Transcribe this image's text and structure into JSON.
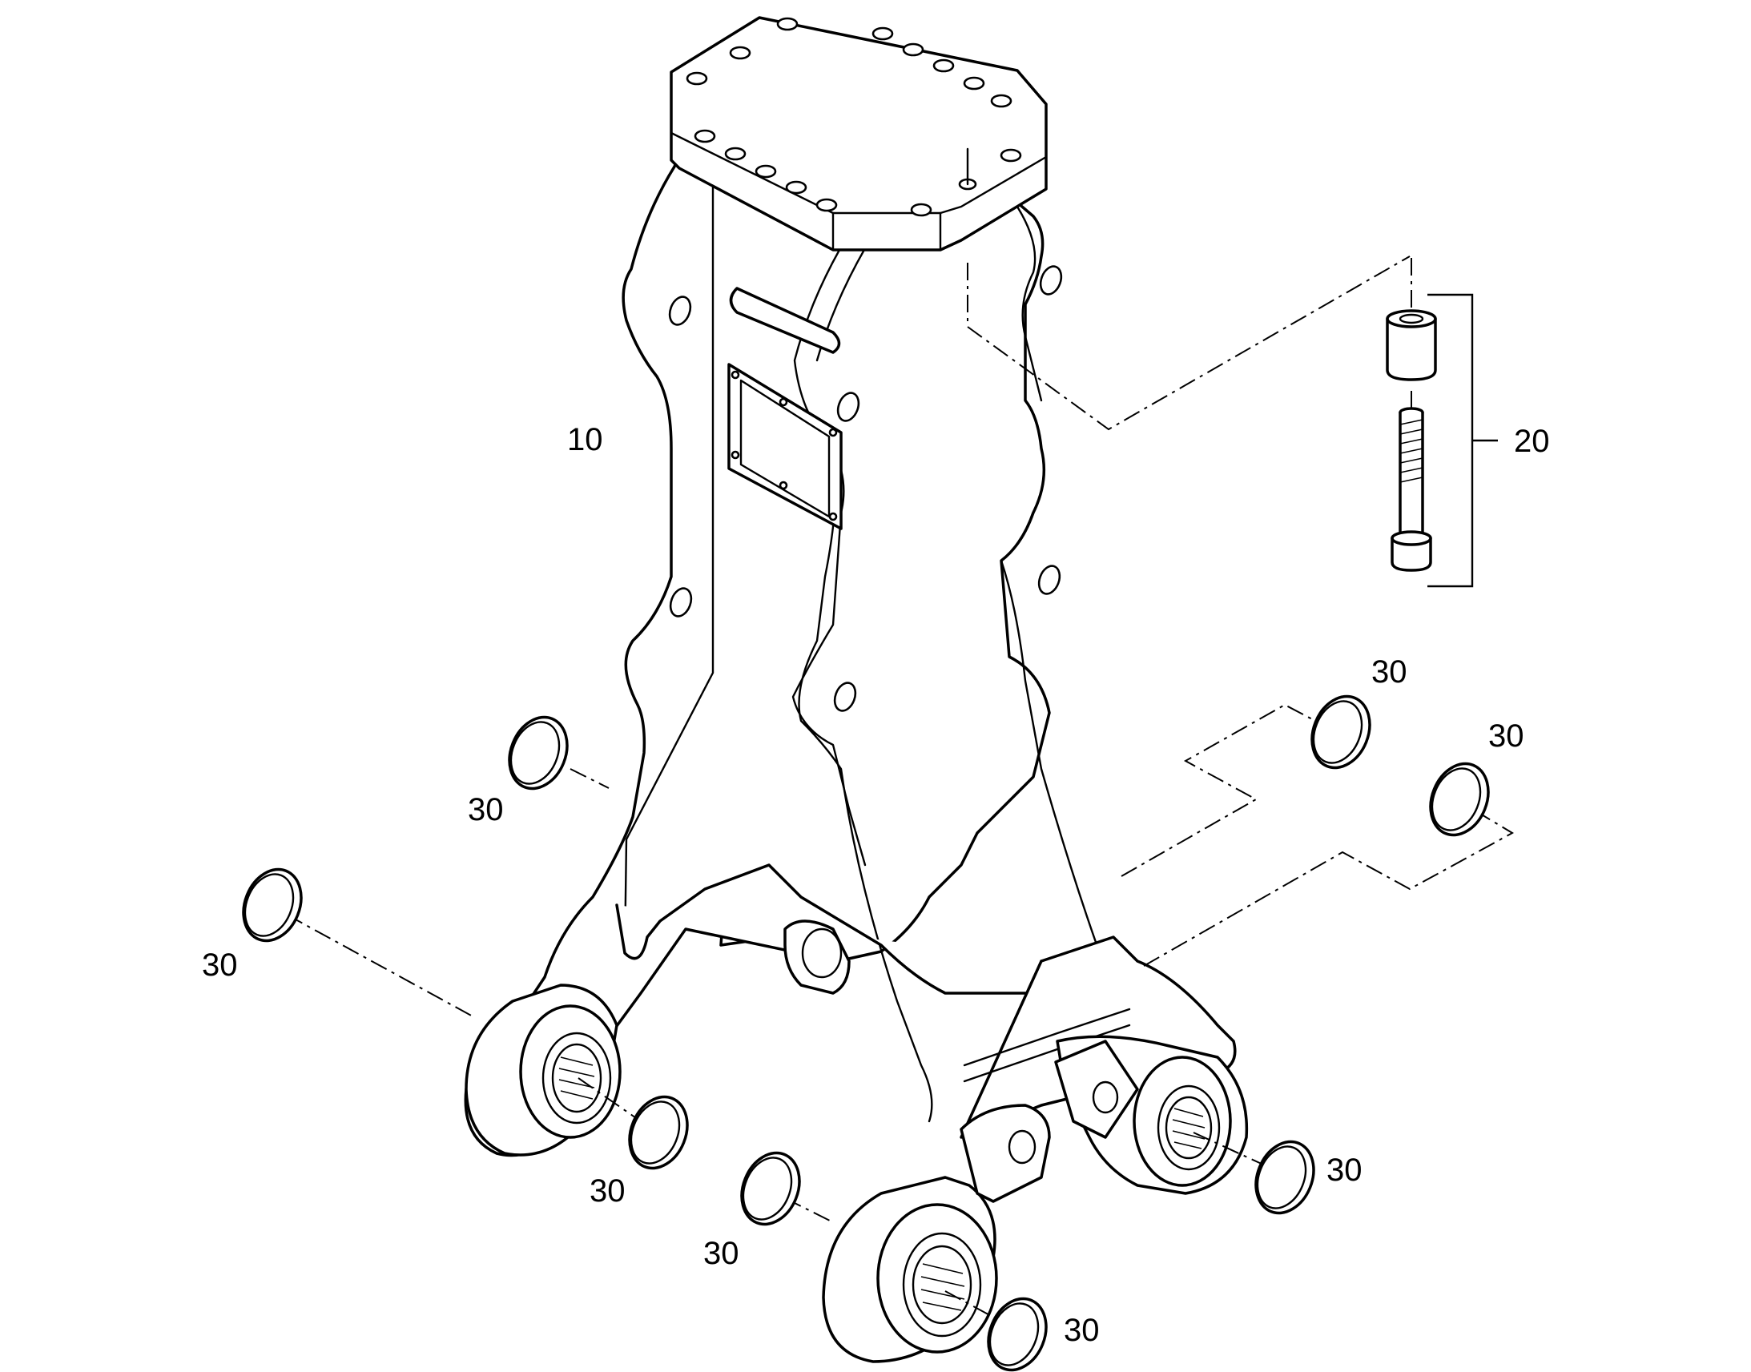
{
  "diagram": {
    "callouts": [
      {
        "id": "frame",
        "label": "10"
      },
      {
        "id": "bolt-kit",
        "label": "20"
      },
      {
        "id": "ring-1",
        "label": "30"
      },
      {
        "id": "ring-2",
        "label": "30"
      },
      {
        "id": "ring-3",
        "label": "30"
      },
      {
        "id": "ring-4",
        "label": "30"
      },
      {
        "id": "ring-5",
        "label": "30"
      },
      {
        "id": "ring-6",
        "label": "30"
      },
      {
        "id": "ring-7",
        "label": "30"
      },
      {
        "id": "ring-8",
        "label": "30"
      }
    ],
    "colors": {
      "line": "#000000",
      "background": "#ffffff"
    }
  }
}
